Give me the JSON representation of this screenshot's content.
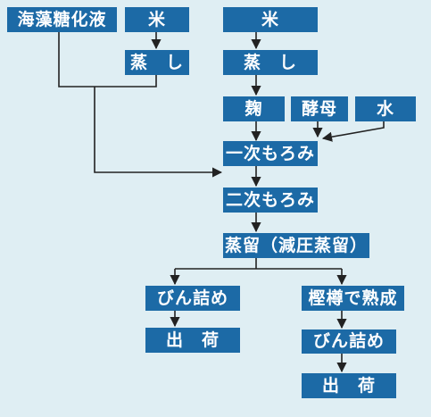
{
  "nodes": {
    "seaweed_syrup": "海藻糖化液",
    "rice_left": "米",
    "steam_left": "蒸　し",
    "rice_main": "米",
    "steam_main": "蒸　し",
    "koji": "麹",
    "yeast": "酵母",
    "water": "水",
    "moromi_1": "一次もろみ",
    "moromi_2": "二次もろみ",
    "distill": "蒸留（減圧蒸留）",
    "bottling_a": "びん詰め",
    "ship_a": "出　荷",
    "cask": "樫樽で熟成",
    "bottling_b": "びん詰め",
    "ship_b": "出　荷"
  },
  "colors": {
    "background": "#dfeef3",
    "box": "#1c6aa6",
    "box_text": "#ffffff",
    "line": "#222222"
  }
}
